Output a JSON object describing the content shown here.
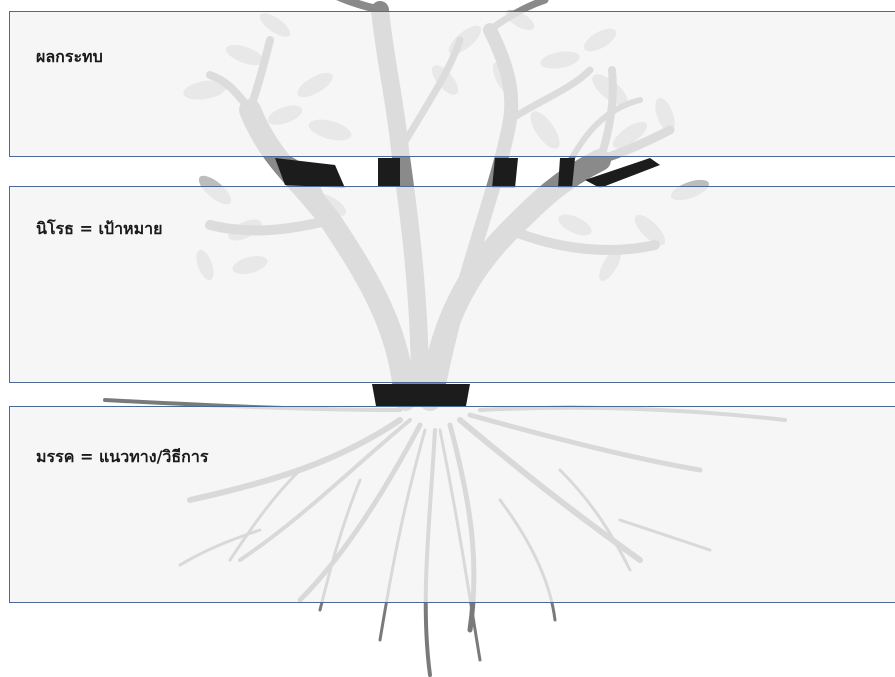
{
  "bands": [
    {
      "label": "ผลกระทบ"
    },
    {
      "label": "นิโรธ = เป้าหมาย"
    },
    {
      "label": "มรรค = แนวทาง/วิธีการ"
    }
  ],
  "colors": {
    "band_fill": "#f3f3f3",
    "band_border": "#4a6a9a",
    "trunk": "#8a8a8a",
    "trunk_dark": "#1c1c1c",
    "leaves": "#b9b9b9",
    "roots": "#777777"
  },
  "illustration": "tree-with-roots"
}
